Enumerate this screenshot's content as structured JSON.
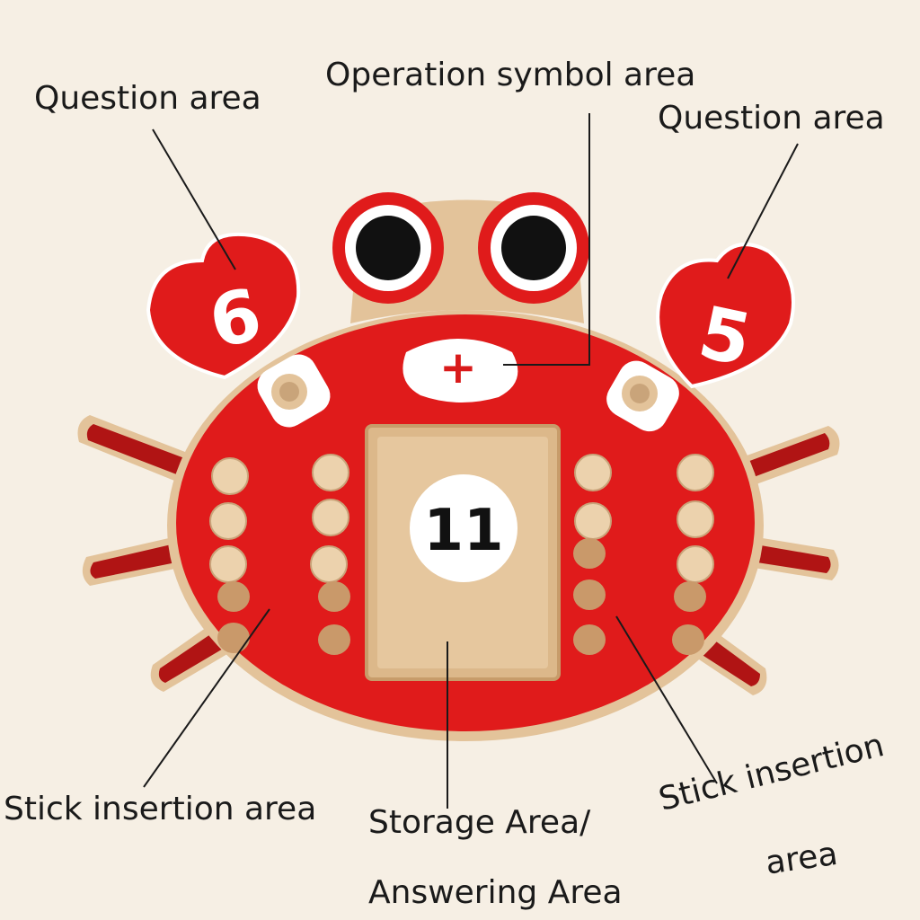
{
  "labels": {
    "question_left": "Question area",
    "operation": "Operation symbol area",
    "question_right": "Question area",
    "stick_left": "Stick insertion area",
    "storage_line1": "Storage Area/",
    "storage_line2": "Answering Area",
    "stick_right_line1": "Stick insertion",
    "stick_right_line2": "area"
  },
  "toy": {
    "left_number": "6",
    "right_number": "5",
    "operator": "+",
    "answer": "11"
  },
  "colors": {
    "background": "#f6efe4",
    "crab_red": "#e01b1b",
    "dark_red": "#b01414",
    "wood": "#e3c39a",
    "peg": "#ecd2ad",
    "white": "#ffffff",
    "text": "#1a1a1a"
  }
}
